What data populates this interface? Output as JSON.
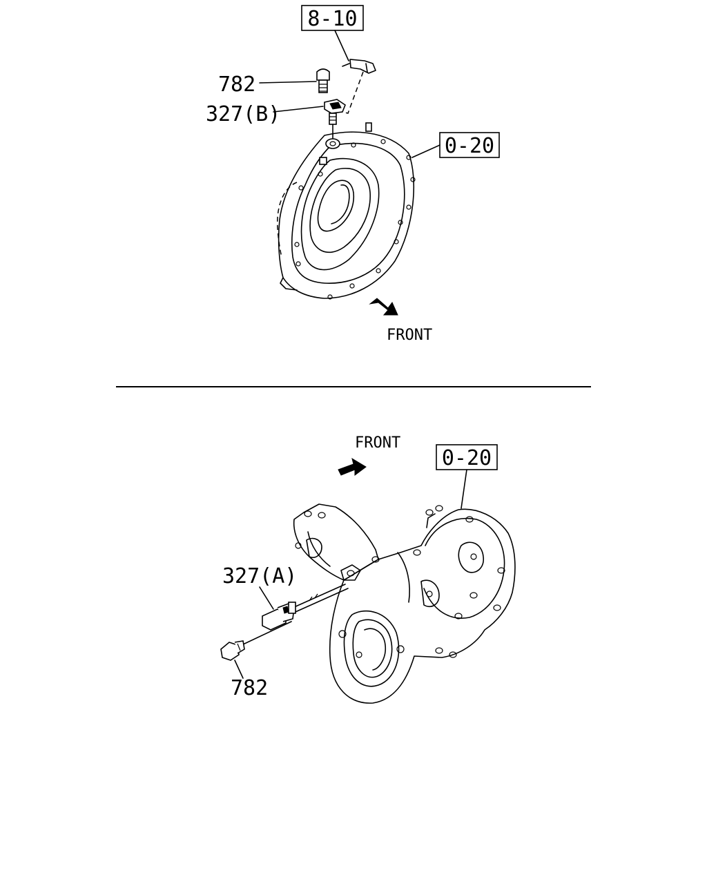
{
  "upper_view": {
    "ref_8_10": "8-10",
    "ref_0_20": "0-20",
    "part_782": "782",
    "part_327b": "327(B)",
    "front_label": "FRONT"
  },
  "lower_view": {
    "ref_0_20": "0-20",
    "part_327a": "327(A)",
    "part_782": "782",
    "front_label": "FRONT"
  },
  "colors": {
    "line": "#000000",
    "background": "#ffffff"
  }
}
